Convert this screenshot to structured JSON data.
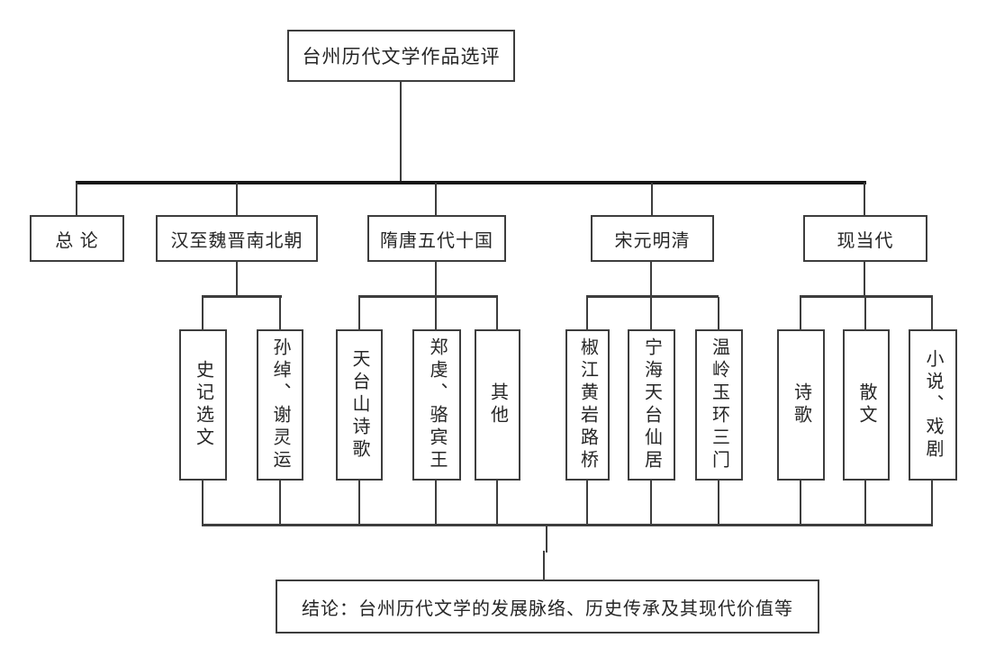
{
  "diagram": {
    "root": "台州历代文学作品选评",
    "branches": [
      {
        "label": "总 论",
        "children": []
      },
      {
        "label": "汉至魏晋南北朝",
        "children": [
          "史记选文",
          "孙绰、谢灵运"
        ]
      },
      {
        "label": "隋唐五代十国",
        "children": [
          "天台山诗歌",
          "郑虔、骆宾王",
          "其他"
        ]
      },
      {
        "label": "宋元明清",
        "children": [
          "椒江黄岩路桥",
          "宁海天台仙居",
          "温岭玉环三门"
        ]
      },
      {
        "label": "现当代",
        "children": [
          "诗歌",
          "散文",
          "小说、戏剧"
        ]
      }
    ],
    "conclusion": "结论：台州历代文学的发展脉络、历史传承及其现代价值等"
  },
  "colors": {
    "background": "#ffffff",
    "line": "#3d3d3d",
    "thick_line": "#161616",
    "box_border": "#3d3d3d",
    "text": "#262626"
  }
}
